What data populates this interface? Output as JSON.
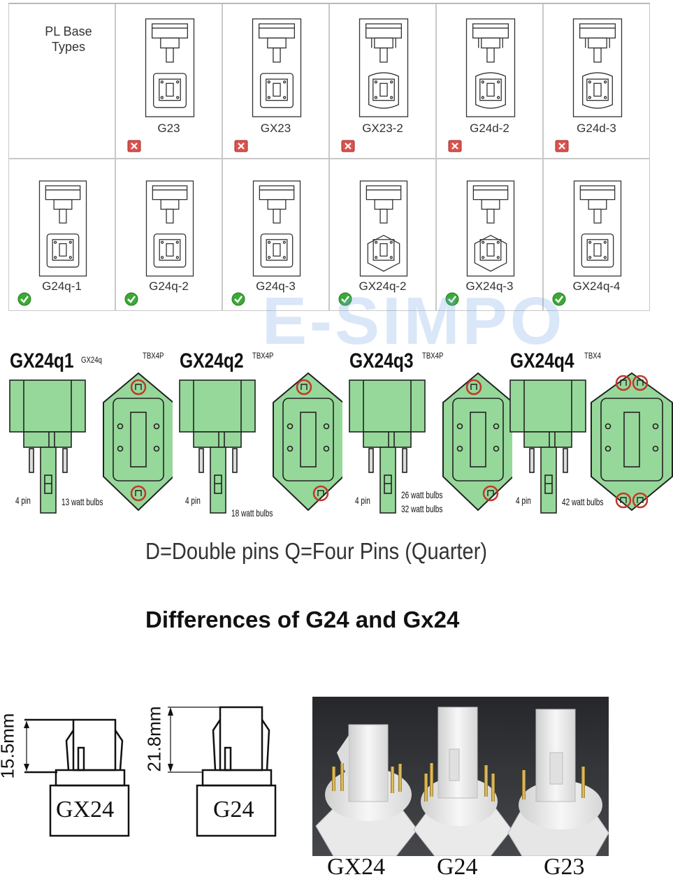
{
  "header": {
    "line1": "PL Base",
    "line2": "Types"
  },
  "row1": [
    {
      "label": "G23",
      "status": "unsupported"
    },
    {
      "label": "GX23",
      "status": "unsupported"
    },
    {
      "label": "GX23-2",
      "status": "unsupported"
    },
    {
      "label": "G24d-2",
      "status": "unsupported"
    },
    {
      "label": "G24d-3",
      "status": "unsupported"
    }
  ],
  "row2": [
    {
      "label": "G24q-1",
      "status": "supported"
    },
    {
      "label": "G24q-2",
      "status": "supported"
    },
    {
      "label": "G24q-3",
      "status": "supported"
    },
    {
      "label": "GX24q-2",
      "status": "supported"
    },
    {
      "label": "GX24q-3",
      "status": "supported"
    },
    {
      "label": "GX24q-4",
      "status": "supported"
    }
  ],
  "watermark": "E-SIMPO",
  "green": [
    {
      "title": "GX24q1",
      "sub": "GX24q",
      "alt": "TBX4P",
      "pins": "4 pin",
      "watt1": "13 watt bulbs",
      "watt2": ""
    },
    {
      "title": "GX24q2",
      "sub": "",
      "alt": "TBX4P",
      "pins": "4 pin",
      "watt1": "18 watt bulbs",
      "watt2": ""
    },
    {
      "title": "GX24q3",
      "sub": "",
      "alt": "TBX4P",
      "pins": "4 pin",
      "watt1": "26 watt bulbs",
      "watt2": "32 watt bulbs"
    },
    {
      "title": "GX24q4",
      "sub": "",
      "alt": "TBX4",
      "pins": "4 pin",
      "watt1": "42 watt bulbs",
      "watt2": ""
    }
  ],
  "caption": "D=Double pins Q=Four Pins (Quarter)",
  "heading": "Differences of  G24 and Gx24",
  "dims": {
    "gx24_height": "15.5mm",
    "g24_height": "21.8mm"
  },
  "drawings": {
    "gx24": "GX24",
    "g24": "G24"
  },
  "photo_labels": [
    "GX24",
    "G24",
    "G23"
  ],
  "colors": {
    "green": "#96d89a",
    "red": "#c0392b",
    "check": "#3aaa35",
    "watermark": "#78aae6"
  }
}
